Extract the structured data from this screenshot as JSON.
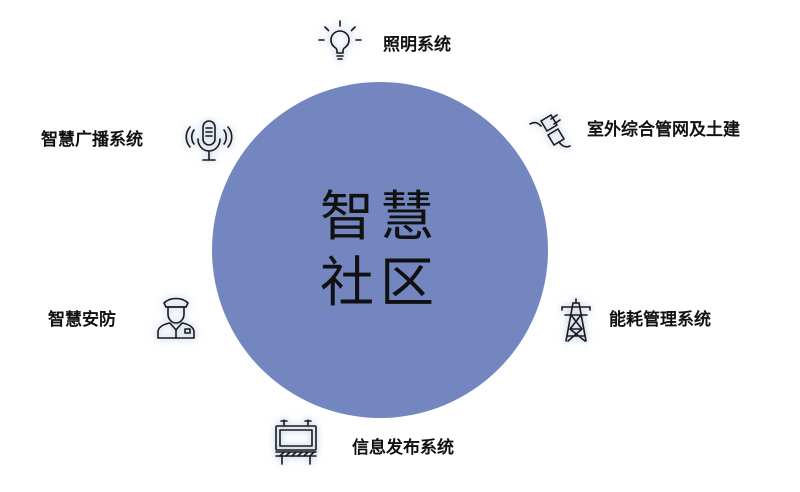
{
  "center": {
    "line1": "智慧",
    "line2": "社区"
  },
  "systems": {
    "lighting": {
      "label": "照明系统",
      "icon": "light-bulb-icon"
    },
    "pipe_network": {
      "label": "室外综合管网及土建",
      "icon": "power-plug-icon"
    },
    "energy": {
      "label": "能耗管理系统",
      "icon": "power-tower-icon"
    },
    "info_release": {
      "label": "信息发布系统",
      "icon": "billboard-icon"
    },
    "security": {
      "label": "智慧安防",
      "icon": "police-officer-icon"
    },
    "broadcast": {
      "label": "智慧广播系统",
      "icon": "microphone-icon"
    }
  },
  "colors": {
    "circle": "#7486c0",
    "icon_stroke": "#1a1a1a",
    "icon_glow": "#c9d6ea"
  }
}
